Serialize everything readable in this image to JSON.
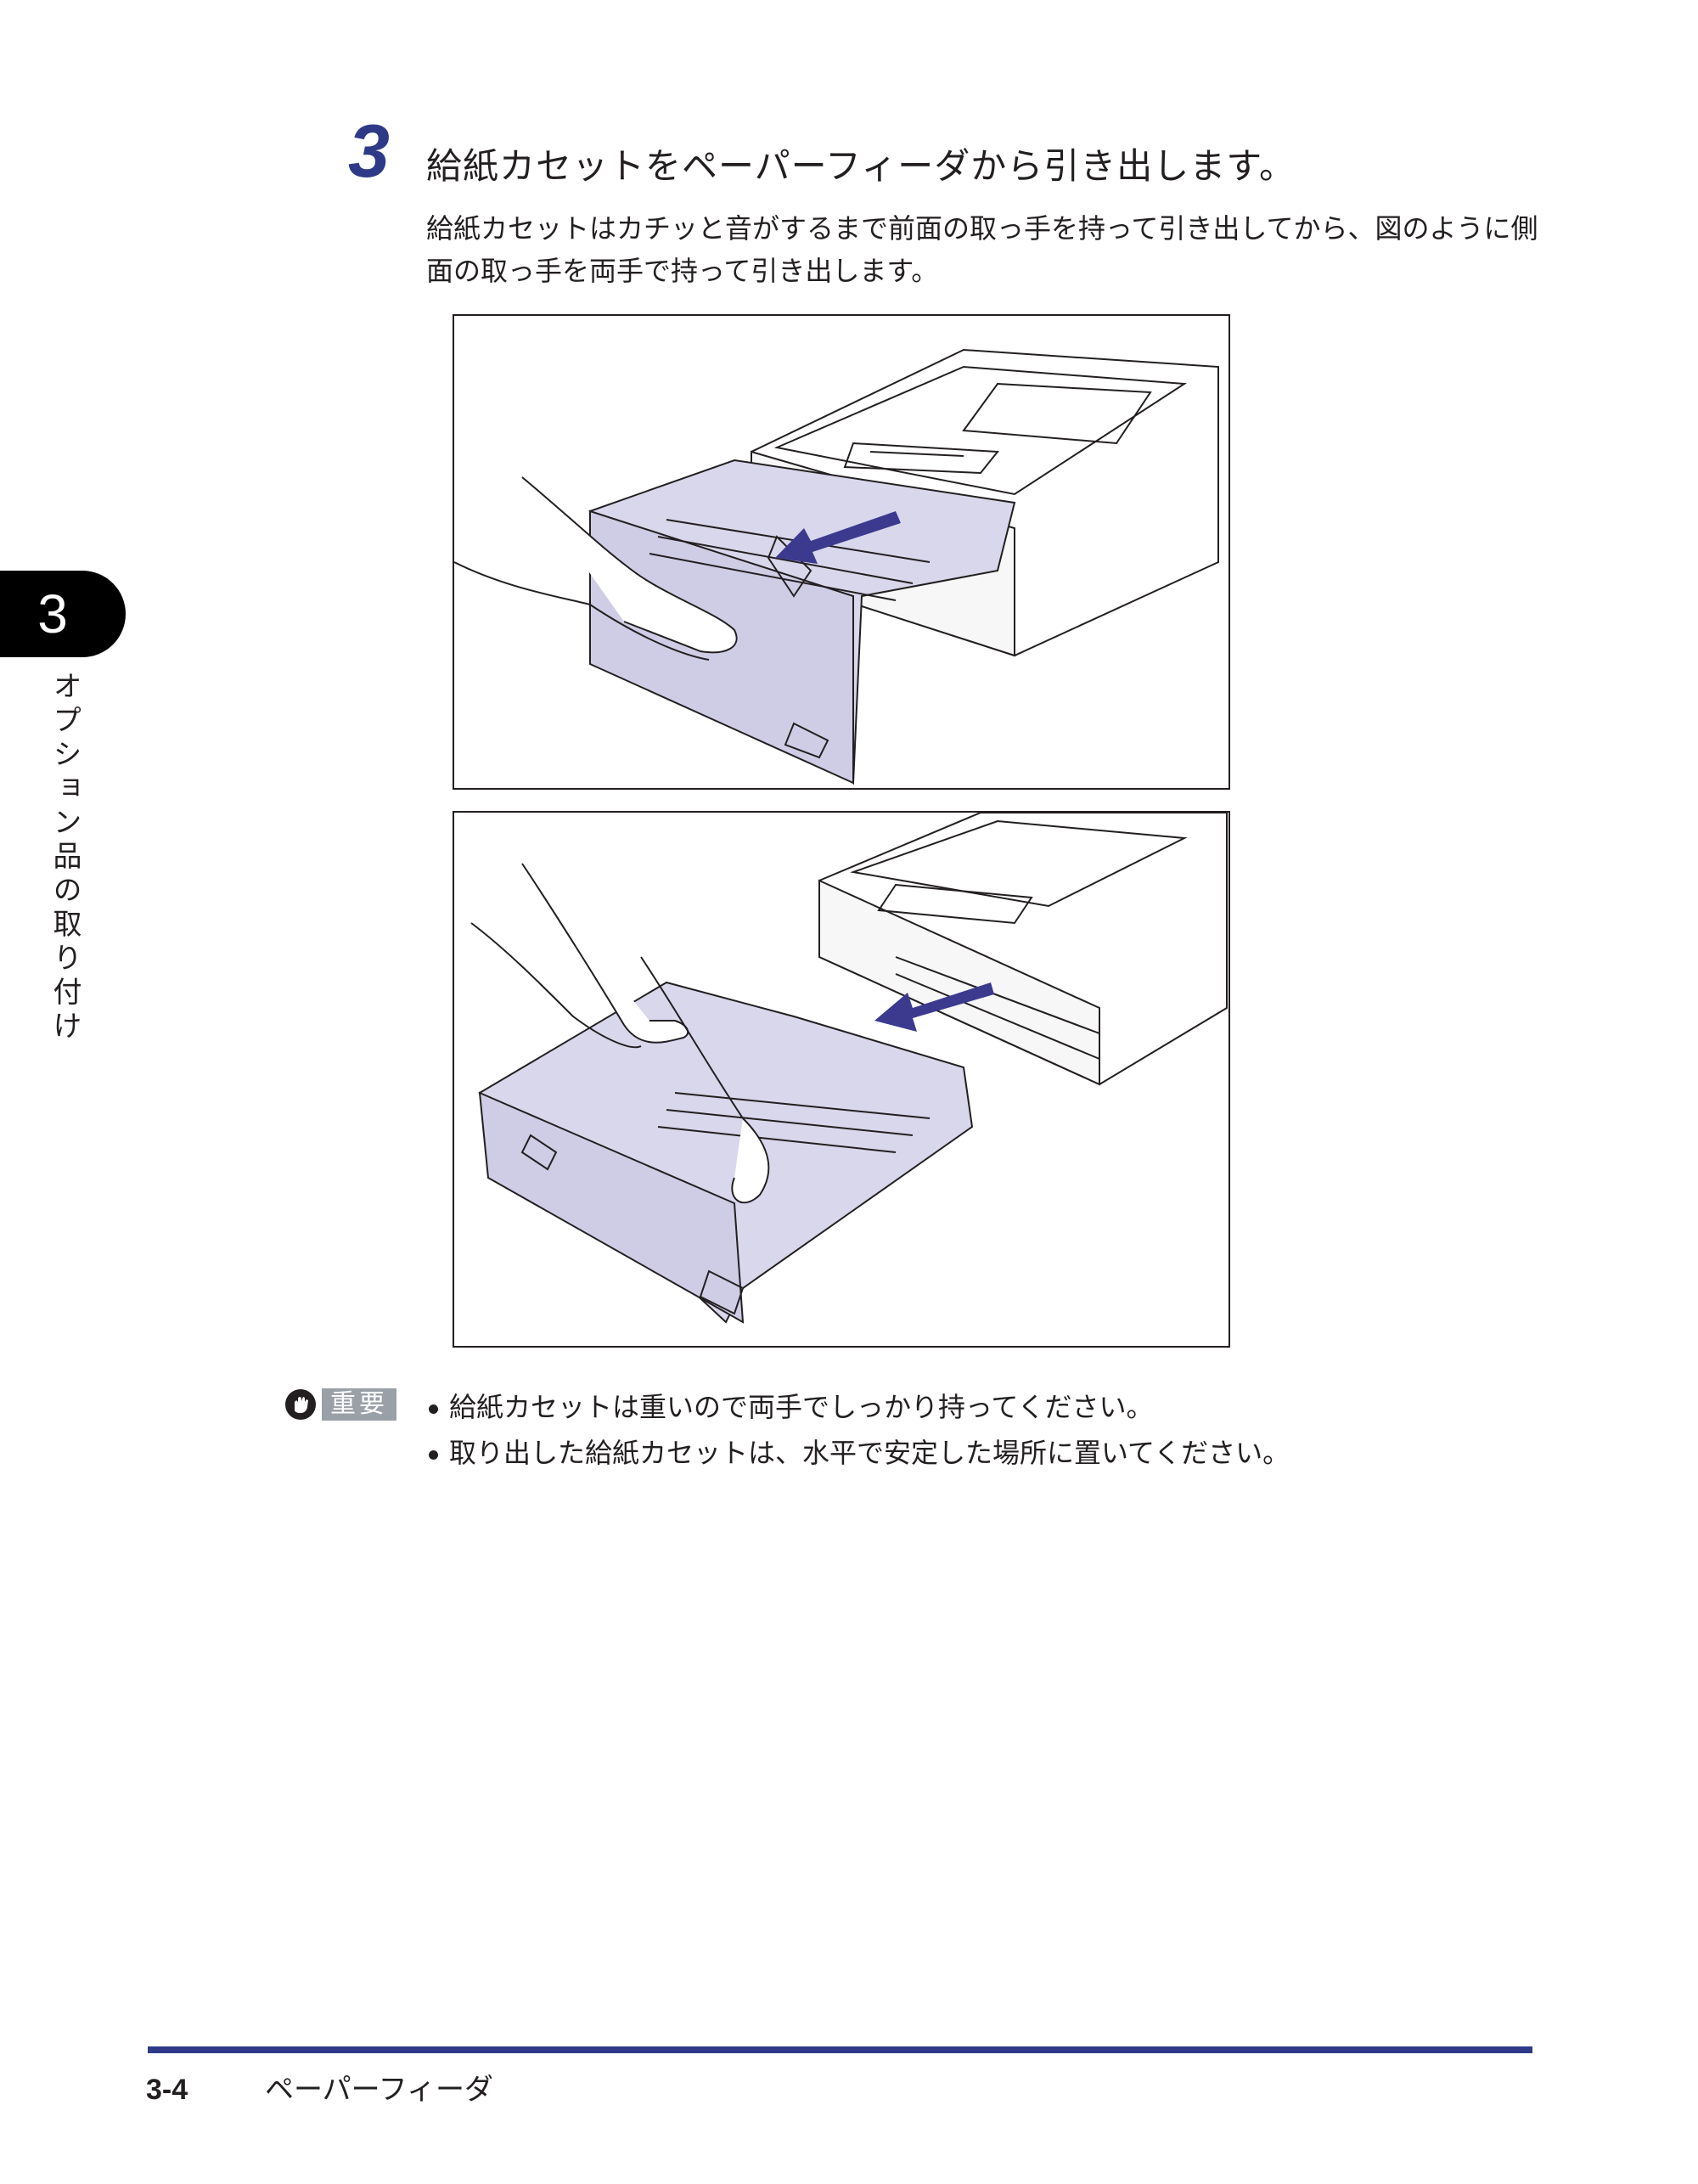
{
  "chapter": {
    "number": "3",
    "title": "オプション品の取り付け"
  },
  "step": {
    "number": "3",
    "title": "給紙カセットをペーパーフィーダから引き出します。",
    "description": "給紙カセットはカチッと音がするまで前面の取っ手を持って引き出してから、図のように側面の取っ手を両手で持って引き出します。"
  },
  "important": {
    "label": "重要",
    "notes": [
      "給紙カセットは重いので両手でしっかり持ってください。",
      "取り出した給紙カセットは、水平で安定した場所に置いてください。"
    ]
  },
  "footer": {
    "page_number": "3-4",
    "title": "ペーパーフィーダ"
  },
  "colors": {
    "accent": "#2e3a87",
    "tray": "#d9d7ec",
    "arrow": "#3b3a8f"
  }
}
